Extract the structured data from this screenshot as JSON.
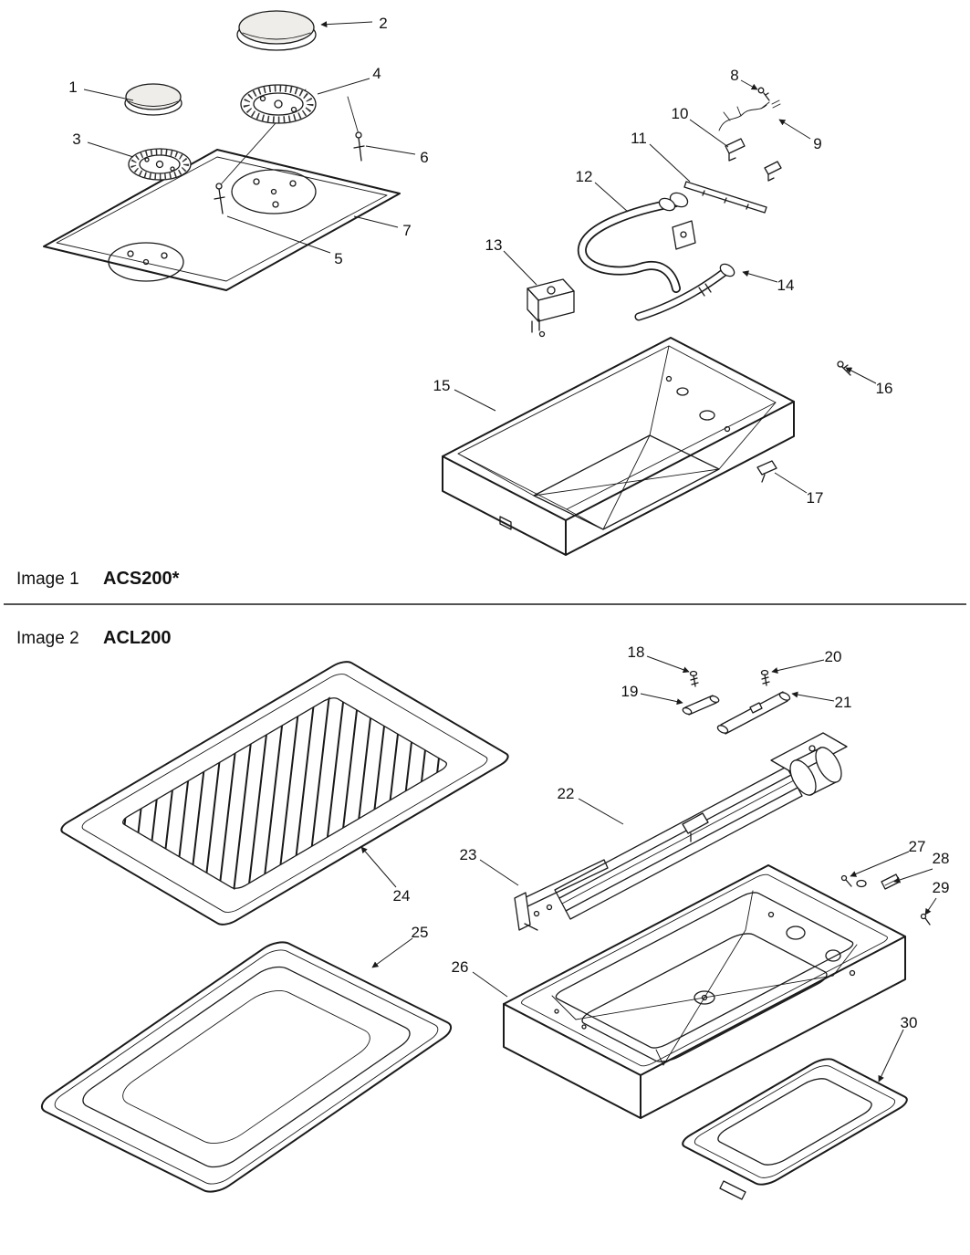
{
  "colors": {
    "ink": "#1a1a1a",
    "background": "#ffffff"
  },
  "sections": [
    {
      "label": "Image 1",
      "model": "ACS200*"
    },
    {
      "label": "Image 2",
      "model": "ACL200"
    }
  ],
  "callouts": {
    "c1": "1",
    "c2": "2",
    "c3": "3",
    "c4": "4",
    "c5": "5",
    "c6": "6",
    "c7": "7",
    "c8": "8",
    "c9": "9",
    "c10": "10",
    "c11": "11",
    "c12": "12",
    "c13": "13",
    "c14": "14",
    "c15": "15",
    "c16": "16",
    "c17": "17",
    "c18": "18",
    "c19": "19",
    "c20": "20",
    "c21": "21",
    "c22": "22",
    "c23": "23",
    "c24": "24",
    "c25": "25",
    "c26": "26",
    "c27": "27",
    "c28": "28",
    "c29": "29",
    "c30": "30"
  }
}
